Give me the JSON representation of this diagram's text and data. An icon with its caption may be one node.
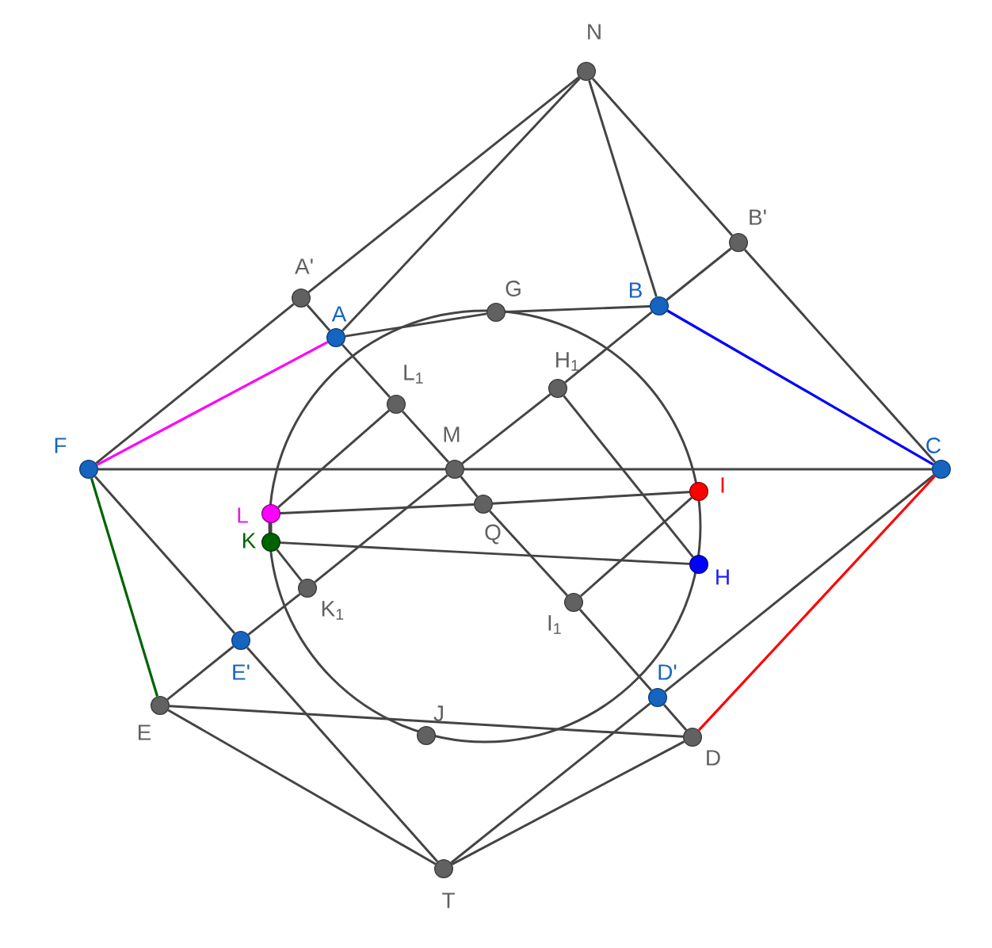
{
  "diagram": {
    "nodes": [
      {
        "text": [
          "N"
        ]
      },
      {
        "text": [
          "B'"
        ]
      },
      {
        "text": [
          "A'"
        ]
      },
      {
        "text": [
          "G"
        ]
      },
      {
        "text": [
          "B"
        ]
      },
      {
        "text": [
          "A"
        ]
      },
      {
        "text": [
          "H$_{1}$"
        ]
      },
      {
        "text": [
          "L$_{1}$"
        ]
      },
      {
        "text": [
          "F"
        ]
      },
      {
        "text": [
          "M"
        ]
      },
      {
        "text": [
          "C"
        ]
      },
      {
        "text": [
          "I"
        ]
      },
      {
        "text": [
          "Q"
        ]
      },
      {
        "text": [
          "L"
        ]
      },
      {
        "text": [
          "K"
        ]
      },
      {
        "text": [
          "H"
        ]
      },
      {
        "text": [
          "K$_{1}$"
        ]
      },
      {
        "text": [
          "I$_{1}$"
        ]
      },
      {
        "text": [
          "E'"
        ]
      },
      {
        "text": [
          "D'"
        ]
      },
      {
        "text": [
          "E"
        ]
      },
      {
        "text": [
          "J"
        ]
      },
      {
        "text": [
          "D"
        ]
      },
      {
        "text": [
          "T"
        ]
      }
    ],
    "edges": [
      {
        "from": 8,
        "to": 2,
        "arrow": "none"
      },
      {
        "from": 2,
        "to": 0,
        "arrow": "none"
      },
      {
        "from": 5,
        "to": 0,
        "arrow": "none"
      },
      {
        "from": 0,
        "to": 4,
        "arrow": "none"
      },
      {
        "from": 0,
        "to": 1,
        "arrow": "none"
      },
      {
        "from": 1,
        "to": 10,
        "arrow": "none"
      },
      {
        "from": 2,
        "to": 5,
        "arrow": "none"
      },
      {
        "from": 5,
        "to": 7,
        "arrow": "none"
      },
      {
        "from": 7,
        "to": 9,
        "arrow": "none"
      },
      {
        "from": 9,
        "to": 12,
        "arrow": "none"
      },
      {
        "from": 12,
        "to": 17,
        "arrow": "none"
      },
      {
        "from": 17,
        "to": 19,
        "arrow": "none"
      },
      {
        "from": 19,
        "to": 22,
        "arrow": "none"
      },
      {
        "from": 1,
        "to": 4,
        "arrow": "none"
      },
      {
        "from": 4,
        "to": 6,
        "arrow": "none"
      },
      {
        "from": 6,
        "to": 9,
        "arrow": "none"
      },
      {
        "from": 9,
        "to": 16,
        "arrow": "none"
      },
      {
        "from": 16,
        "to": 18,
        "arrow": "none"
      },
      {
        "from": 18,
        "to": 20,
        "arrow": "none"
      },
      {
        "from": 8,
        "to": 9,
        "arrow": "none"
      },
      {
        "from": 9,
        "to": 10,
        "arrow": "none"
      },
      {
        "from": 5,
        "to": 3,
        "arrow": "none"
      },
      {
        "from": 3,
        "to": 4,
        "arrow": "none"
      },
      {
        "from": 6,
        "to": 15,
        "arrow": "none"
      },
      {
        "from": 7,
        "to": 13,
        "arrow": "none"
      },
      {
        "from": 13,
        "to": 12,
        "arrow": "none"
      },
      {
        "from": 12,
        "to": 11,
        "arrow": "none"
      },
      {
        "from": 14,
        "to": 15,
        "arrow": "none"
      },
      {
        "from": 13,
        "to": 14,
        "arrow": "none"
      },
      {
        "from": 14,
        "to": 16,
        "arrow": "none"
      },
      {
        "from": 11,
        "to": 17,
        "arrow": "none"
      },
      {
        "from": 8,
        "to": 18,
        "arrow": "none"
      },
      {
        "from": 18,
        "to": 23,
        "arrow": "none"
      },
      {
        "from": 20,
        "to": 23,
        "arrow": "none"
      },
      {
        "from": 20,
        "to": 22,
        "arrow": "none"
      },
      {
        "from": 22,
        "to": 23,
        "arrow": "none"
      },
      {
        "from": 23,
        "to": 19,
        "arrow": "none"
      },
      {
        "from": 19,
        "to": 10,
        "arrow": "none"
      },
      {
        "from": 10,
        "to": 22,
        "arrow": "none",
        "color": "#ff0000"
      },
      {
        "from": 4,
        "to": 10,
        "arrow": "none",
        "color": "#0000ff"
      },
      {
        "from": 8,
        "to": 5,
        "arrow": "none",
        "color": "#ff00ff"
      },
      {
        "from": 8,
        "to": 20,
        "arrow": "none",
        "color": "#006400"
      }
    ]
  }
}
